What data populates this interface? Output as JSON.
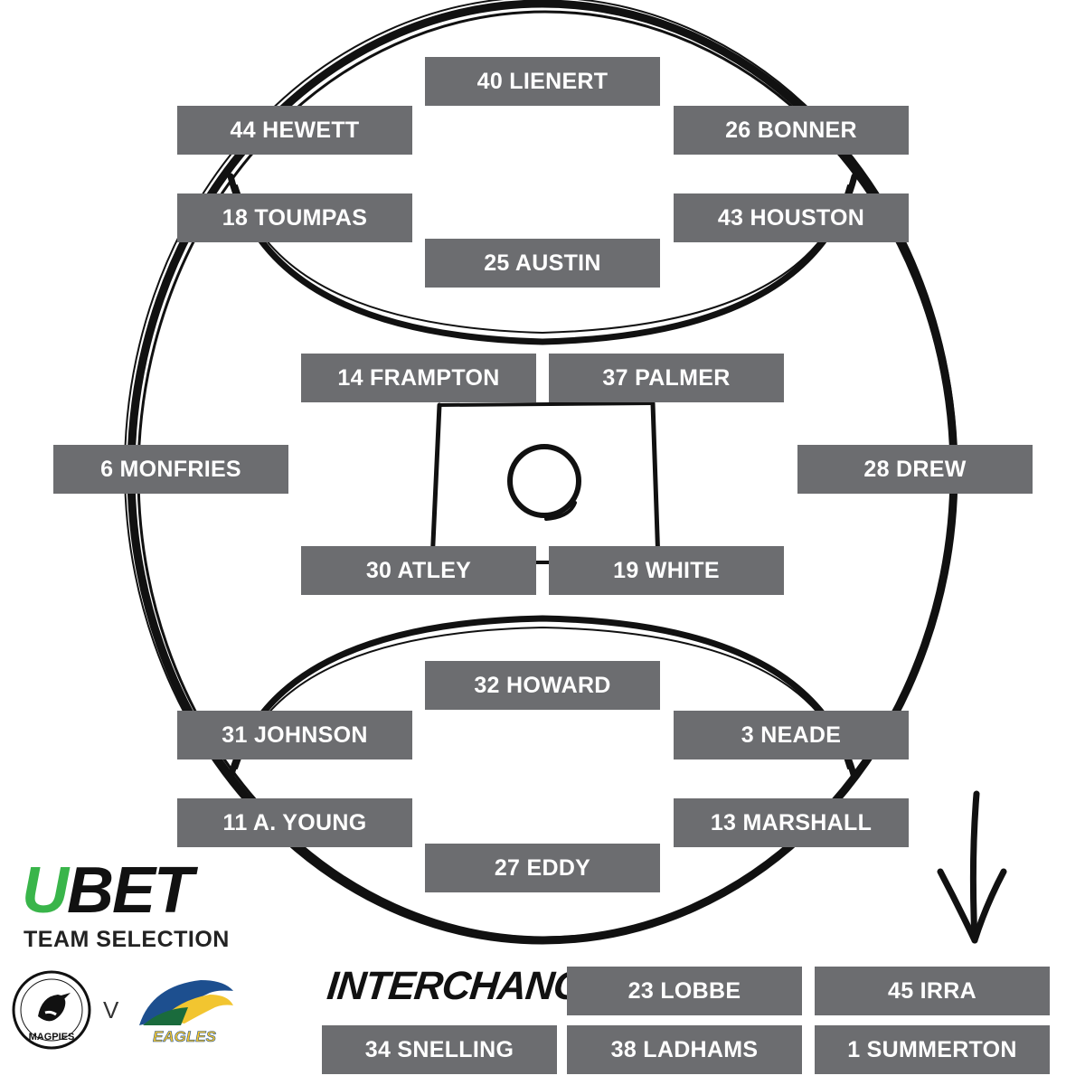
{
  "players": {
    "p1": "40 LIENERT",
    "p2": "44 HEWETT",
    "p3": "26 BONNER",
    "p4": "18 TOUMPAS",
    "p5": "43 HOUSTON",
    "p6": "25 AUSTIN",
    "p7": "14 FRAMPTON",
    "p8": "37 PALMER",
    "p9": "6 MONFRIES",
    "p10": "28 DREW",
    "p11": "30 ATLEY",
    "p12": "19 WHITE",
    "p13": "32 HOWARD",
    "p14": "31 JOHNSON",
    "p15": "3 NEADE",
    "p16": "11 A. YOUNG",
    "p17": "13 MARSHALL",
    "p18": "27 EDDY"
  },
  "interchange": {
    "label": "INTERCHANGE",
    "i1": "23 LOBBE",
    "i2": "45 IRRA",
    "i3": "34 SNELLING",
    "i4": "38 LADHAMS",
    "i5": "1 SUMMERTON"
  },
  "branding": {
    "sponsor_u": "U",
    "sponsor_rest": "BET",
    "subtitle": "TEAM SELECTION",
    "vs": "V",
    "home_logo_text": "MAGPIES",
    "away_logo_text": "EAGLES",
    "sponsor_color": "#39b54a",
    "box_color": "#6c6d70"
  },
  "icons": {
    "home_logo": "magpie-crest-icon",
    "away_logo": "eagle-crest-icon",
    "arrow": "down-arrow-icon"
  }
}
